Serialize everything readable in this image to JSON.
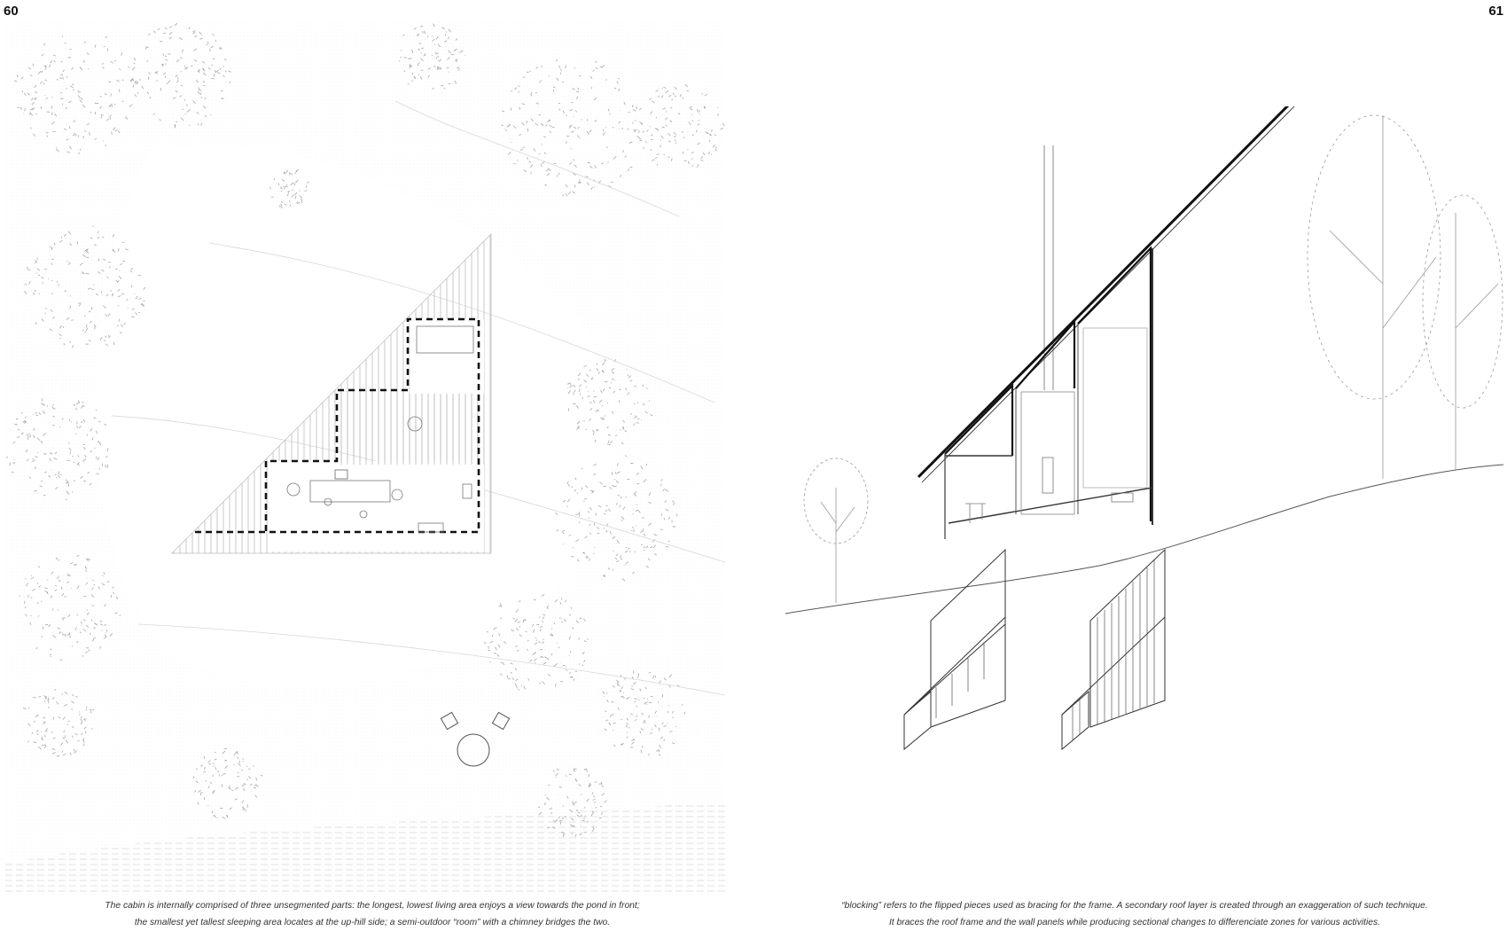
{
  "pages": {
    "left_number": "60",
    "right_number": "61"
  },
  "left": {
    "figure": "site-plan",
    "caption_lines": [
      "The cabin is internally comprised of three unsegmented parts: the longest, lowest living area enjoys a view towards the pond in front;",
      "the smallest yet tallest sleeping area locates at the up-hill side; a semi-outdoor “room” with a chimney bridges the two."
    ]
  },
  "right": {
    "figures": [
      "section",
      "axonometric-frame",
      "axonometric-blocking"
    ],
    "caption_lines": [
      "“blocking” refers to the flipped pieces used as bracing for the frame. A secondary roof layer is created through an exaggeration of such technique.",
      "It braces the roof frame and the wall panels while producing sectional changes to differenciate zones for various activities."
    ]
  },
  "colors": {
    "ink": "#111111",
    "foliage": "#9a9a9a",
    "hatch": "#b5b5b5"
  }
}
